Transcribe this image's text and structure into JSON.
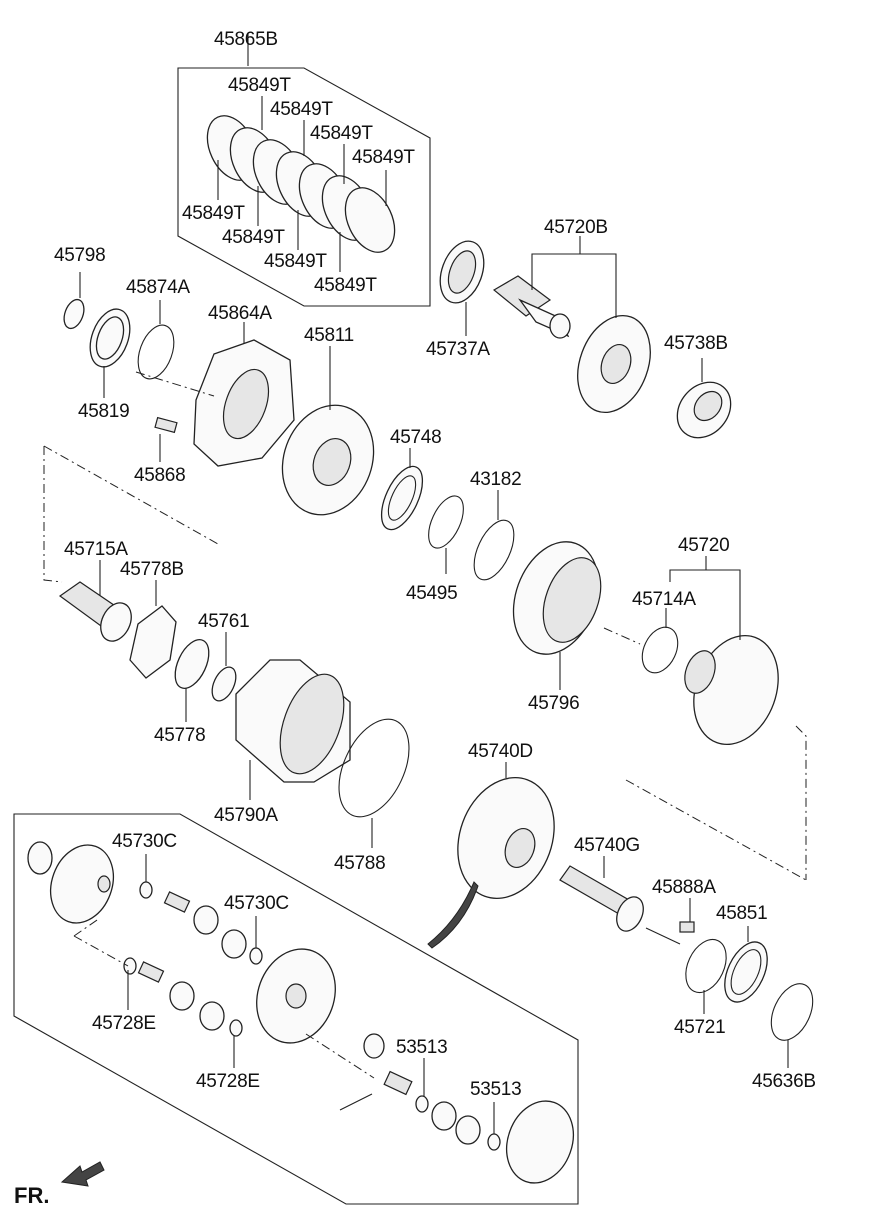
{
  "diagram": {
    "parts": {
      "p45865B": "45865B",
      "p45849T_1": "45849T",
      "p45849T_2": "45849T",
      "p45849T_3": "45849T",
      "p45849T_4": "45849T",
      "p45849T_5": "45849T",
      "p45849T_6": "45849T",
      "p45849T_7": "45849T",
      "p45849T_8": "45849T",
      "p45720B": "45720B",
      "p45798": "45798",
      "p45874A": "45874A",
      "p45864A": "45864A",
      "p45811": "45811",
      "p45737A": "45737A",
      "p45738B": "45738B",
      "p45819": "45819",
      "p45868": "45868",
      "p45748": "45748",
      "p43182": "43182",
      "p45715A": "45715A",
      "p45778B": "45778B",
      "p45720": "45720",
      "p45714A": "45714A",
      "p45495": "45495",
      "p45761": "45761",
      "p45796": "45796",
      "p45778": "45778",
      "p45740D": "45740D",
      "p45790A": "45790A",
      "p45788": "45788",
      "p45730C_1": "45730C",
      "p45740G": "45740G",
      "p45888A": "45888A",
      "p45730C_2": "45730C",
      "p45851": "45851",
      "p45728E_1": "45728E",
      "p45721": "45721",
      "p53513_1": "53513",
      "p45728E_2": "45728E",
      "p53513_2": "53513",
      "p45636B": "45636B"
    },
    "front_label": "FR."
  }
}
